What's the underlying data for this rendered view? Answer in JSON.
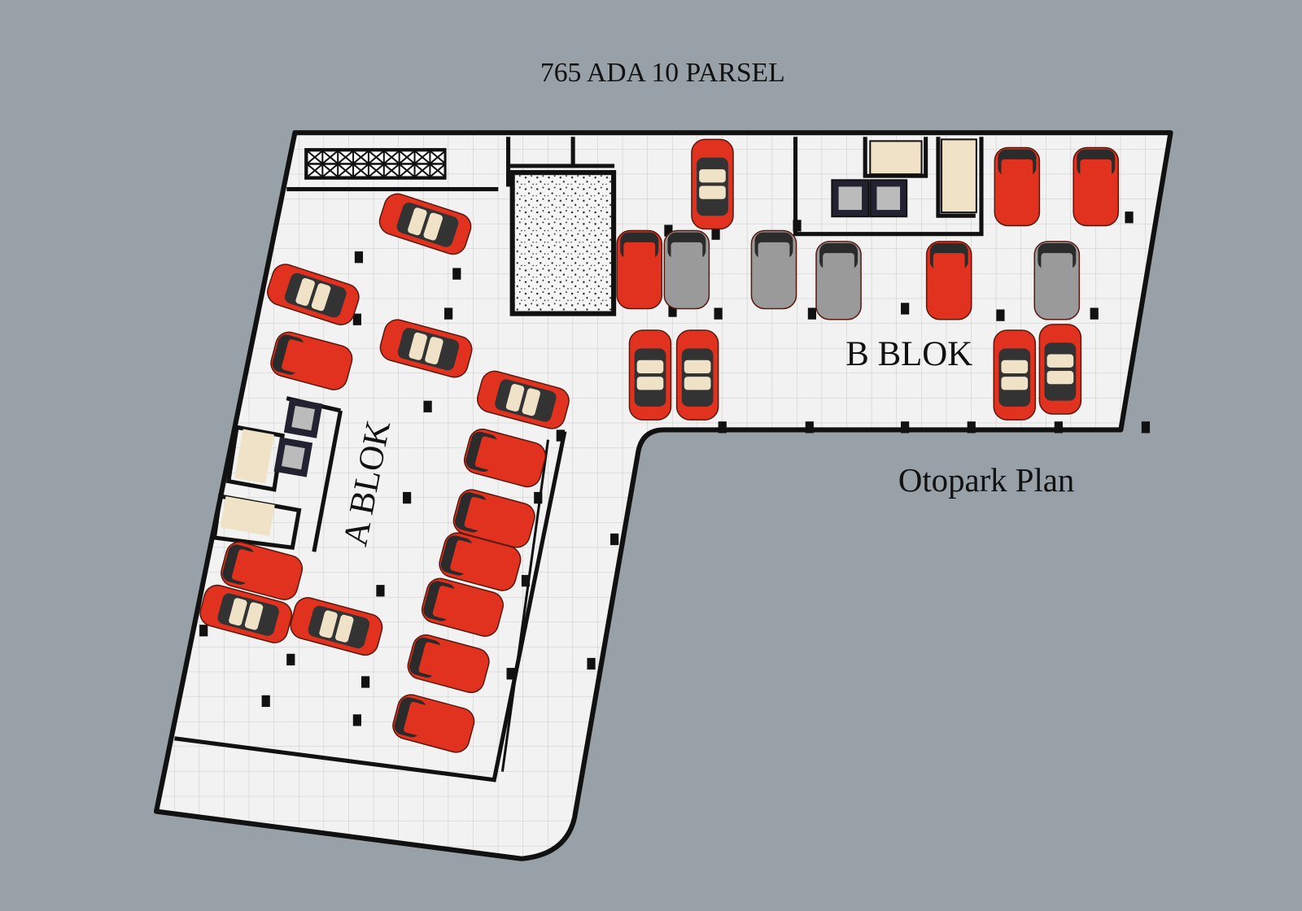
{
  "title": "765 ADA 10 PARSEL",
  "plan_title": "Otopark Plan",
  "blocks": {
    "a": "A BLOK",
    "b": "B BLOK"
  },
  "colors": {
    "background": "#98a1a7",
    "floor": "#f1f1f1",
    "wall": "#111111",
    "car_red": "#e0321f",
    "car_gray": "#9a9a9a",
    "stairs": "#efe2c6"
  }
}
